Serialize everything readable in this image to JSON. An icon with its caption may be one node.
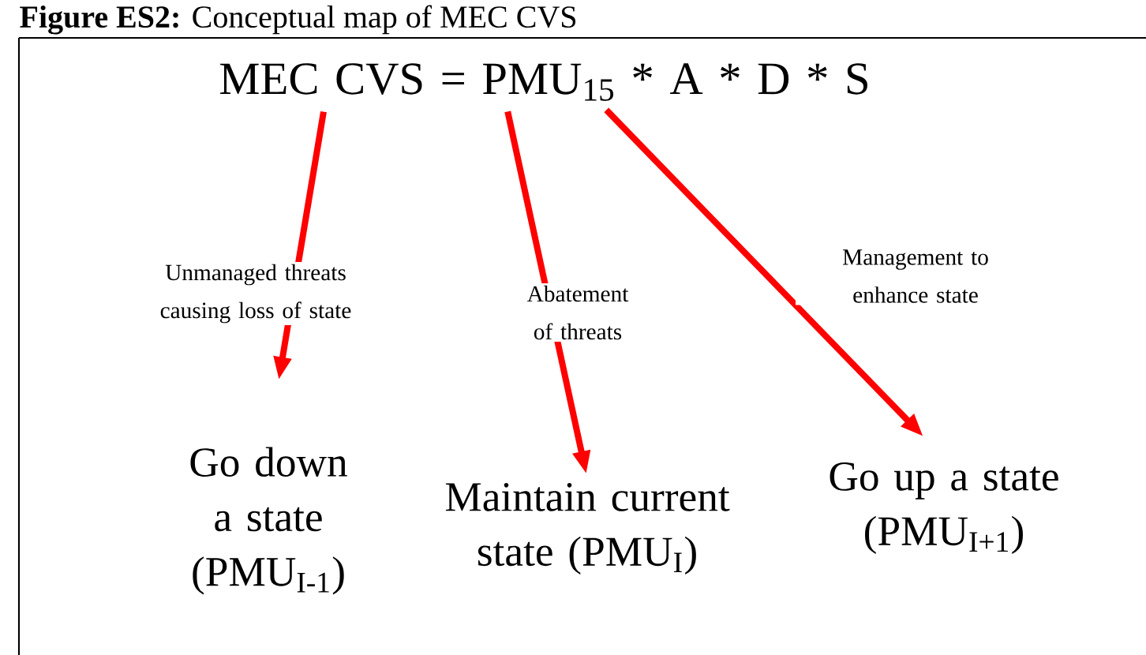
{
  "diagram": {
    "title": "**Figure ES2:** Conceptual map of MEC CVS",
    "nodes": [
      {
        "text": [
          "MEC CVS = PMU$_{15}$ * A * D * S"
        ]
      },
      {
        "text": [
          "Go down a state (PMU$_{I-1}$)"
        ]
      },
      {
        "text": [
          "Maintain current state (PMU$_{I}$)"
        ]
      },
      {
        "text": [
          "Go up a state (PMU$_{I+1}$)"
        ]
      }
    ],
    "edges": [
      {
        "from": 0,
        "to": 1,
        "arrow": "to",
        "label": "Unmanaged threats causing loss of state"
      },
      {
        "from": 0,
        "to": 2,
        "arrow": "to",
        "label": "Abatement of threats"
      },
      {
        "from": 0,
        "to": 3,
        "arrow": "to",
        "label": "Management to enhance state"
      }
    ]
  }
}
